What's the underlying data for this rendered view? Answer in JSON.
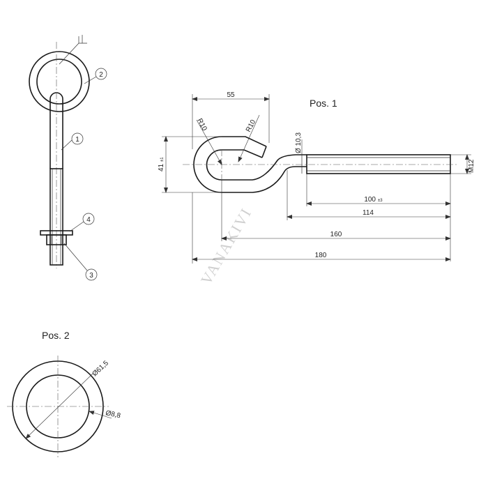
{
  "watermark": "VANAKIVI",
  "views": {
    "pos1_label": "Pos. 1",
    "pos2_label": "Pos. 2"
  },
  "balloons": [
    "1",
    "2",
    "3",
    "4"
  ],
  "pos1_dimensions": {
    "width_55": "55",
    "r10_left": "R10",
    "r10_right": "R10",
    "dia_10_3": "Ø 10,3",
    "height_41": "41",
    "height_41_tol": "±1",
    "thread": "M12",
    "len_100": "100",
    "len_100_tol": "±3",
    "len_114": "114",
    "len_160": "160",
    "len_180": "180"
  },
  "pos2_dimensions": {
    "outer_dia": "Ø61,5",
    "inner_dia": "Ø8,8"
  }
}
